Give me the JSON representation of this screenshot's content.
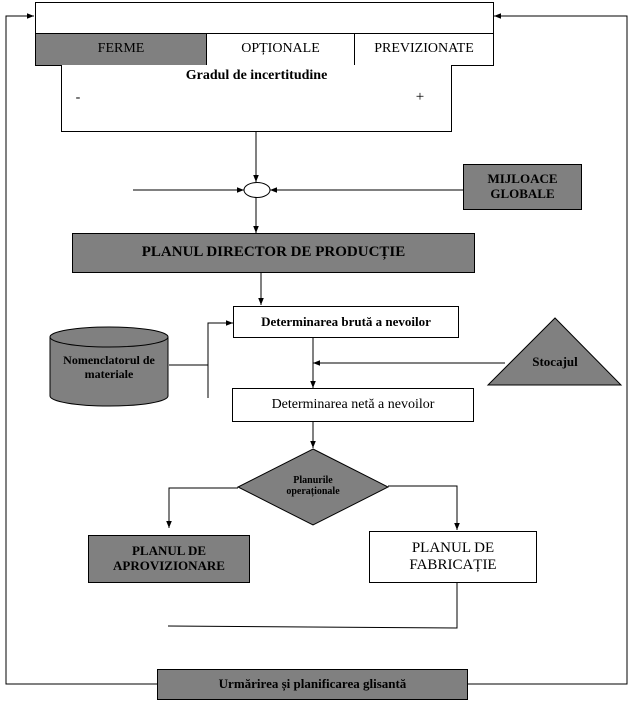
{
  "certainty_header": {
    "firm_label": "FERME",
    "optional_label": "OPȚIONALE",
    "forecast_label": "PREVIZIONATE"
  },
  "uncertainty": {
    "title": "Gradul de incertitudine",
    "minus": "-",
    "plus": "+"
  },
  "global_means": "MIJLOACE GLOBALE",
  "master_plan": "PLANUL DIRECTOR DE PRODUCȚIE",
  "gross_needs": "Determinarea brută a nevoilor",
  "bill_of_materials": "Nomenclatorul de materiale",
  "stock": "Stocajul",
  "net_needs": "Determinarea netă a nevoilor",
  "operational_plans": "Planurile operaționale",
  "procurement_plan": "PLANUL DE APROVIZIONARE",
  "manufacturing_plan": "PLANUL DE FABRICAȚIE",
  "tracking": "Urmărirea și planificarea glisantă",
  "colors": {
    "gray_fill": "#808080",
    "line": "#000000"
  }
}
